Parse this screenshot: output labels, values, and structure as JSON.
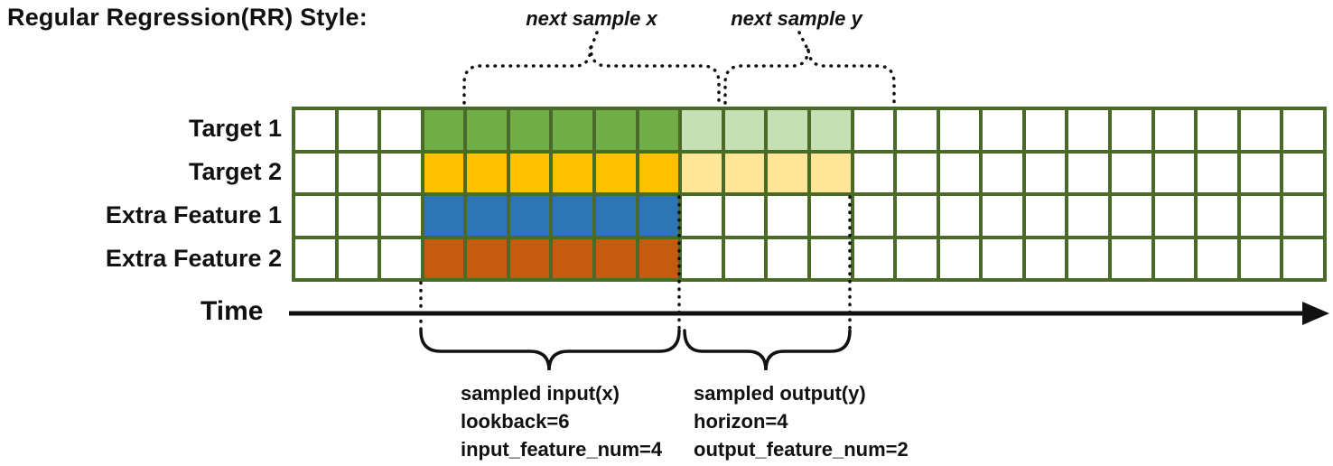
{
  "title": "Regular Regression(RR) Style:",
  "colors": {
    "grid_border": "#4a6b28",
    "empty": "#ffffff",
    "target1_input": "#70ad47",
    "target1_output": "#c5e0b4",
    "target2_input": "#ffc000",
    "target2_output": "#ffe699",
    "extra1_input": "#2e75b6",
    "extra2_input": "#c55a11"
  },
  "grid": {
    "columns": 24,
    "input_start_col": 3,
    "lookback": 6,
    "horizon": 4,
    "rows": [
      {
        "label": "Target 1",
        "input": "#70ad47",
        "output": "#c5e0b4"
      },
      {
        "label": "Target 2",
        "input": "#ffc000",
        "output": "#ffe699"
      },
      {
        "label": "Extra Feature 1",
        "input": "#2e75b6",
        "output": "#ffffff"
      },
      {
        "label": "Extra Feature 2",
        "input": "#c55a11",
        "output": "#ffffff"
      }
    ]
  },
  "annotations": {
    "next_sample_x": "next sample x",
    "next_sample_y": "next sample y",
    "time_label": "Time",
    "input_block": {
      "line1": "sampled input(x)",
      "line2": "lookback=6",
      "line3": "input_feature_num=4"
    },
    "output_block": {
      "line1": "sampled output(y)",
      "line2": "horizon=4",
      "line3": "output_feature_num=2"
    }
  }
}
